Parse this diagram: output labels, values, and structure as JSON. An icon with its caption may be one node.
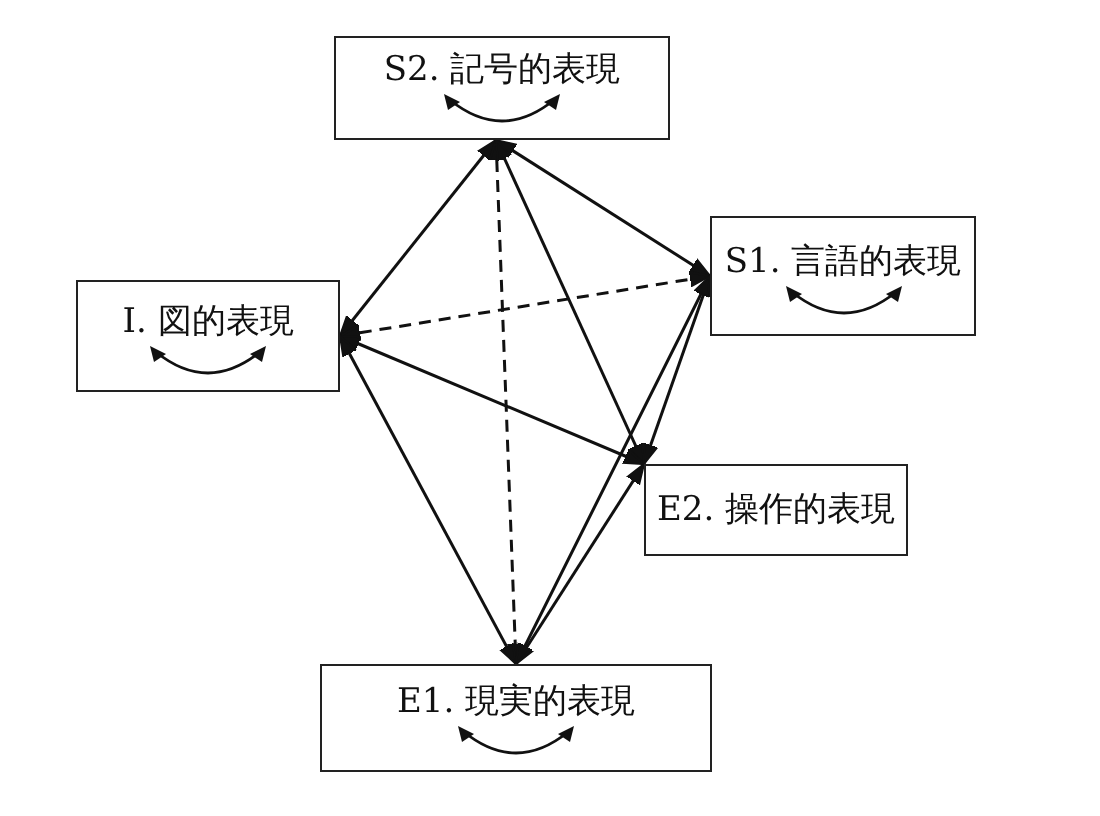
{
  "diagram": {
    "nodes": [
      {
        "text": [
          "S2. 記号的表現"
        ]
      },
      {
        "text": [
          "S1. 言語的表現"
        ]
      },
      {
        "text": [
          "I. 図的表現"
        ]
      },
      {
        "text": [
          "E2. 操作的表現"
        ]
      },
      {
        "text": [
          "E1. 現実的表現"
        ]
      }
    ],
    "edges": [
      {
        "from": 0,
        "to": 2,
        "arrow": "both"
      },
      {
        "from": 0,
        "to": 1,
        "arrow": "both"
      },
      {
        "from": 2,
        "to": 1,
        "arrow": "both",
        "style": "dashed"
      },
      {
        "from": 0,
        "to": 4,
        "arrow": "both",
        "style": "dashed"
      },
      {
        "from": 0,
        "to": 3,
        "arrow": "both"
      },
      {
        "from": 2,
        "to": 3,
        "arrow": "both"
      },
      {
        "from": 1,
        "to": 3,
        "arrow": "both"
      },
      {
        "from": 2,
        "to": 4,
        "arrow": "both"
      },
      {
        "from": 3,
        "to": 4,
        "arrow": "both"
      },
      {
        "from": 1,
        "to": 4,
        "arrow": "both"
      }
    ]
  }
}
